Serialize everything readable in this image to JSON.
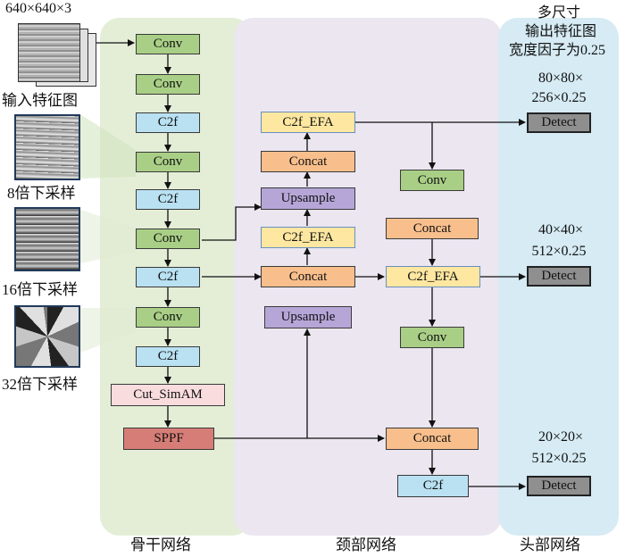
{
  "regions": {
    "backbone_label": "骨干网络",
    "neck_label": "颈部网络",
    "head_label": "头部网络"
  },
  "input": {
    "dims": "640×640×3",
    "label": "输入特征图",
    "scales": [
      "8倍下采样",
      "16倍下采样",
      "32倍下采样"
    ]
  },
  "head_info": {
    "title_line1": "多尺寸",
    "title_line2": "输出特征图",
    "title_line3": "宽度因子为0.25",
    "out1_line1": "80×80×",
    "out1_line2": "256×0.25",
    "out2_line1": "40×40×",
    "out2_line2": "512×0.25",
    "out3_line1": "20×20×",
    "out3_line2": "512×0.25"
  },
  "backbone": {
    "b1": "Conv",
    "b2": "Conv",
    "b3": "C2f",
    "b4": "Conv",
    "b5": "C2f",
    "b6": "Conv",
    "b7": "C2f",
    "b8": "Conv",
    "b9": "C2f",
    "b10": "Cut_SimAM",
    "b11": "SPPF"
  },
  "neck": {
    "n1": "C2f_EFA",
    "n2": "Concat",
    "n3": "Upsample",
    "n4": "C2f_EFA",
    "n5": "Concat",
    "n6": "Upsample",
    "n7": "Conv",
    "n8": "Concat",
    "n9": "C2f_EFA",
    "n10": "Conv",
    "n11": "Concat",
    "n12": "C2f"
  },
  "head": {
    "d1": "Detect",
    "d2": "Detect",
    "d3": "Detect"
  },
  "colors": {
    "backbone_bg": "#e4eed7",
    "neck_bg": "#ebe6f0",
    "head_bg": "#d6ebf4",
    "conv": "#a9cf86",
    "c2f": "#b9e1f2",
    "concat": "#f8bf8c",
    "c2f_efa": "#fde7a1",
    "upsample": "#b6a6d8",
    "cut_simam": "#f9dcde",
    "sppf": "#d77d77",
    "detect": "#8f8f8f"
  }
}
